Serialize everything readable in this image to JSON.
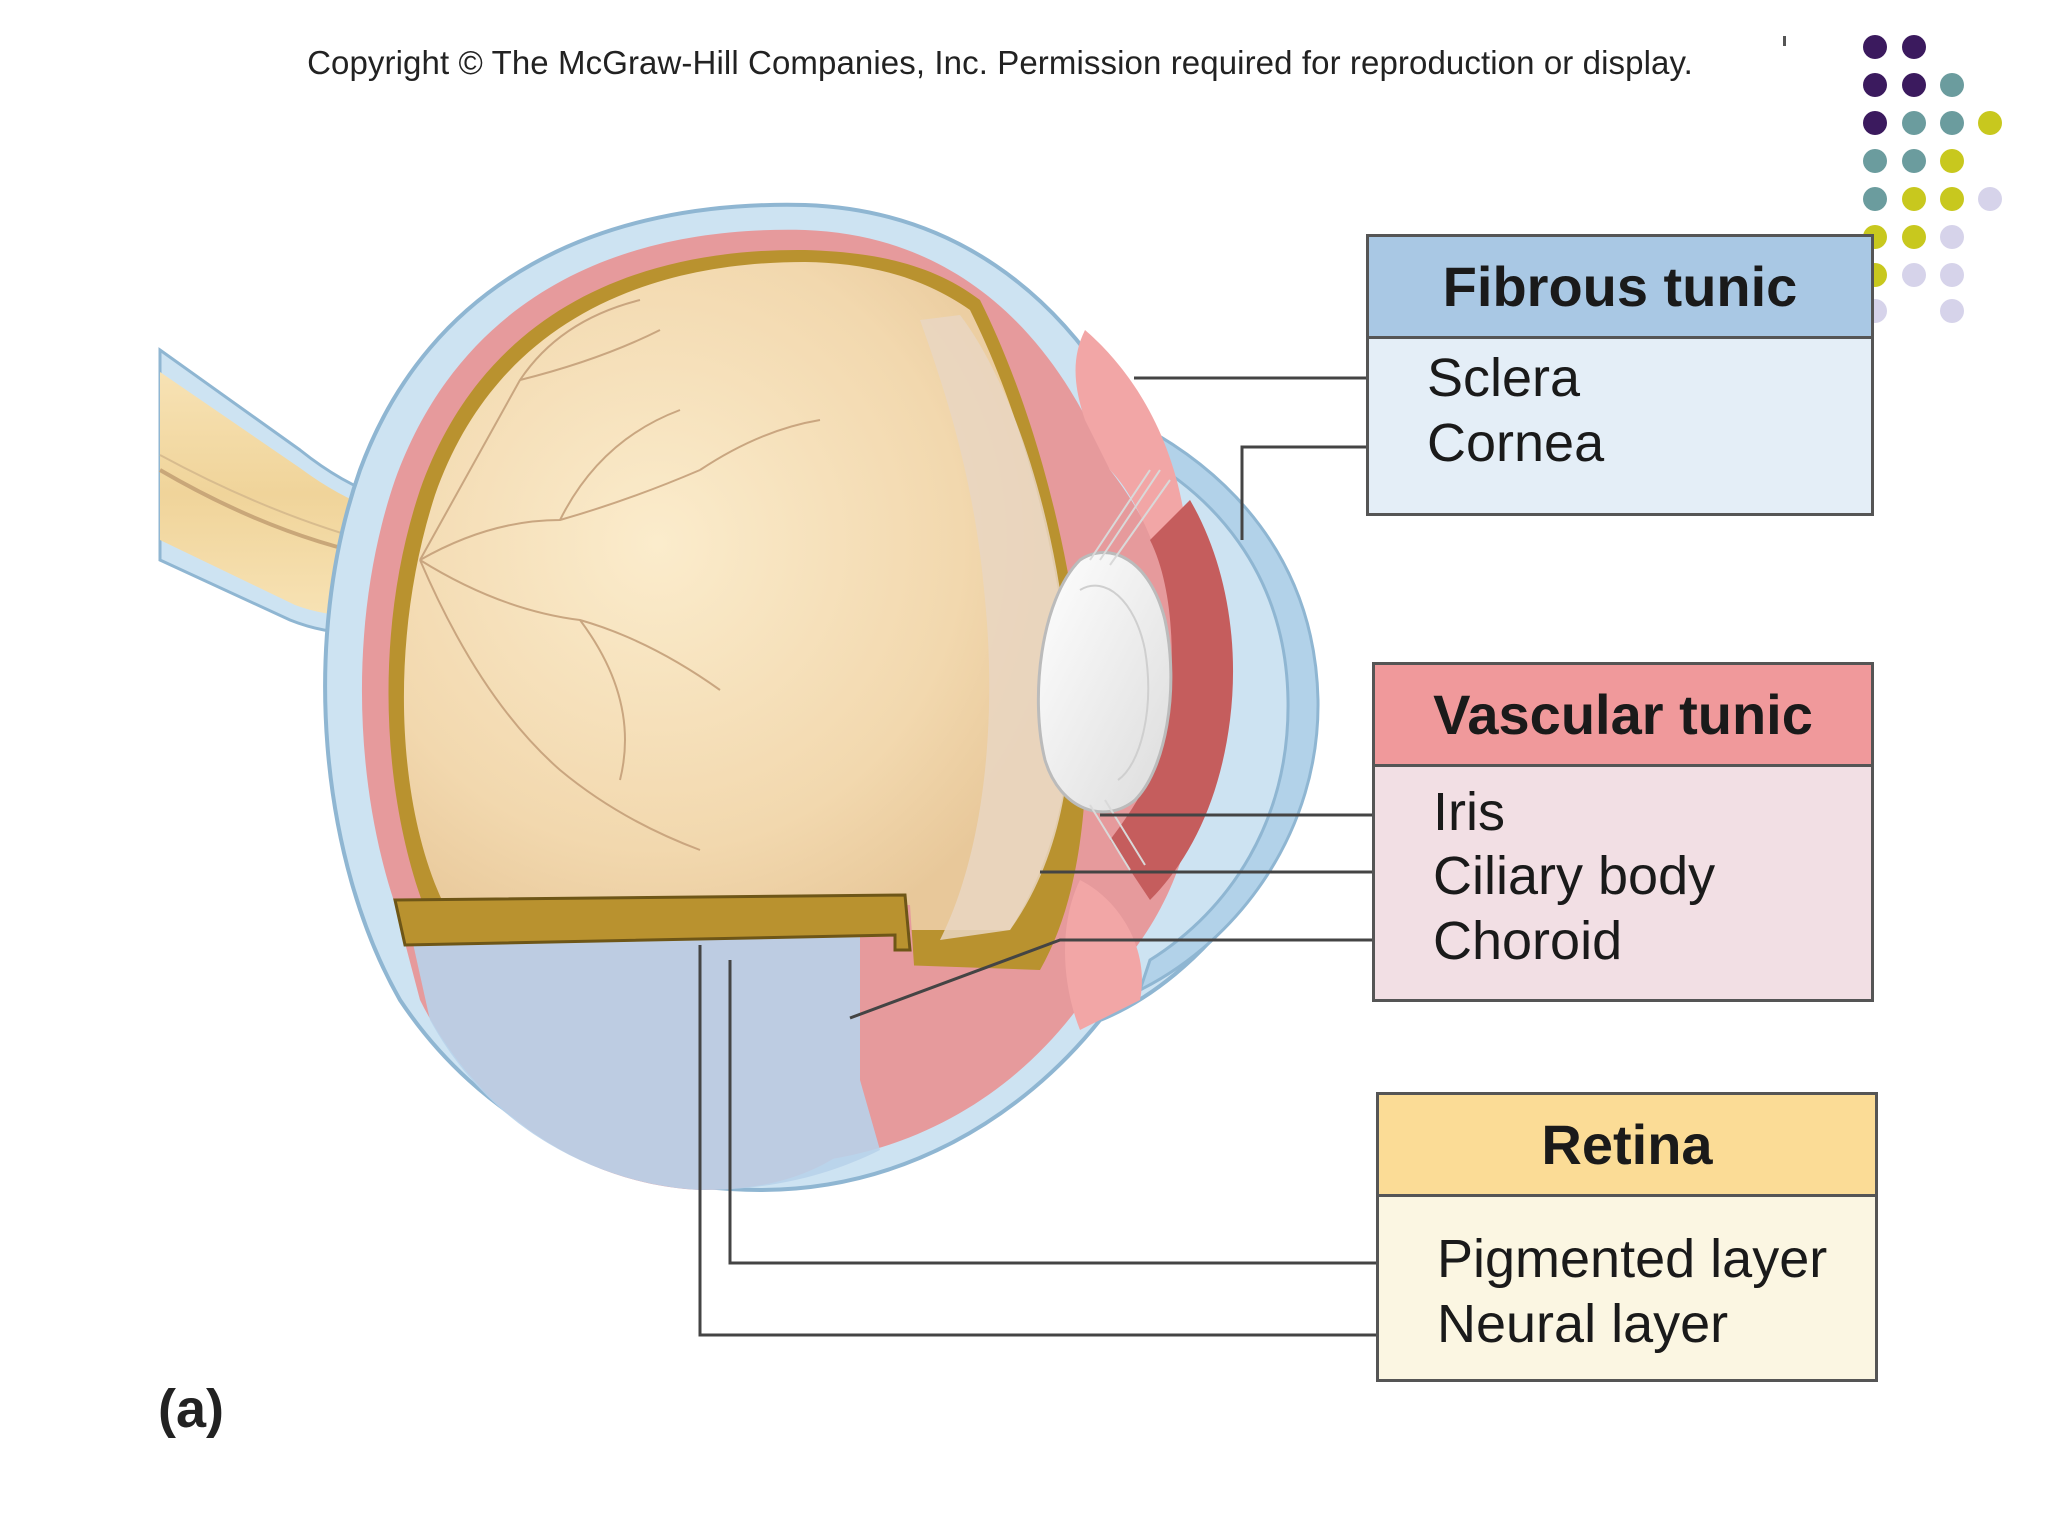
{
  "copyright": "Copyright © The McGraw-Hill Companies, Inc. Permission required for reproduction or display.",
  "boxes": {
    "fibrous": {
      "title": "Fibrous tunic",
      "items": [
        "Sclera",
        "Cornea"
      ]
    },
    "vascular": {
      "title": "Vascular tunic",
      "items": [
        "Iris",
        "Ciliary body",
        "Choroid"
      ]
    },
    "retina": {
      "title": "Retina",
      "items": [
        "Pigmented layer",
        "Neural layer"
      ]
    }
  },
  "figure_label": "(a)",
  "colors": {
    "dot_purple": "#3b1a5e",
    "dot_teal": "#6b9c9e",
    "dot_yellow": "#c8c81e",
    "dot_lavender": "#d6d3ea",
    "sclera_blue": "#cde3f2",
    "choroid_pink": "#e69a9c",
    "vitreous": "#f3dfb8"
  }
}
